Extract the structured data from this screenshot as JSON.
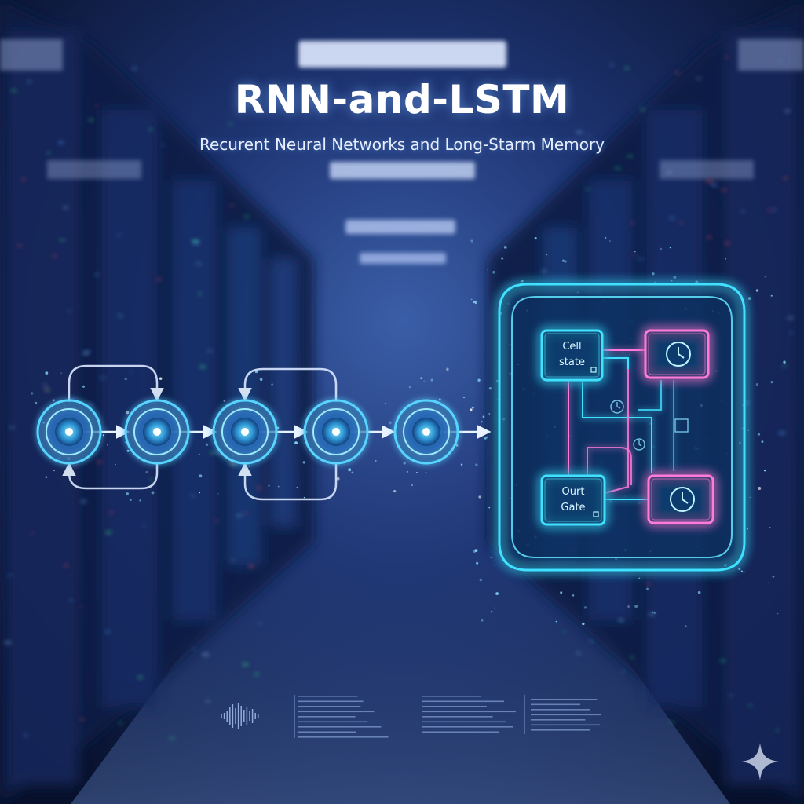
{
  "header": {
    "title": "RNN-and-LSTM",
    "subtitle": "Recurent Neural Networks and Long-Starm Memory"
  },
  "rnn_chain": {
    "node_count": 5,
    "node_icon": "circle-node-icon"
  },
  "lstm_cell": {
    "boxes": [
      {
        "id": "cell-state",
        "lines": [
          "Cell",
          "state"
        ],
        "color": "#3fe0ff"
      },
      {
        "id": "gate-top-right",
        "lines": [],
        "icon": "clock-icon",
        "color": "#ff7ad9"
      },
      {
        "id": "output-gate",
        "lines": [
          "Ourt",
          "Gate"
        ],
        "color": "#3fe0ff"
      },
      {
        "id": "gate-bottom-right",
        "lines": [],
        "icon": "clock-icon",
        "color": "#ff7ad9"
      }
    ]
  },
  "colors": {
    "background": "#0a1533",
    "cyan": "#3fe0ff",
    "pink": "#ff7ad9",
    "node_ring": "#59d4ff"
  },
  "footer": {
    "waveform_icon": "waveform-icon",
    "corner_icon": "sparkle-icon"
  }
}
